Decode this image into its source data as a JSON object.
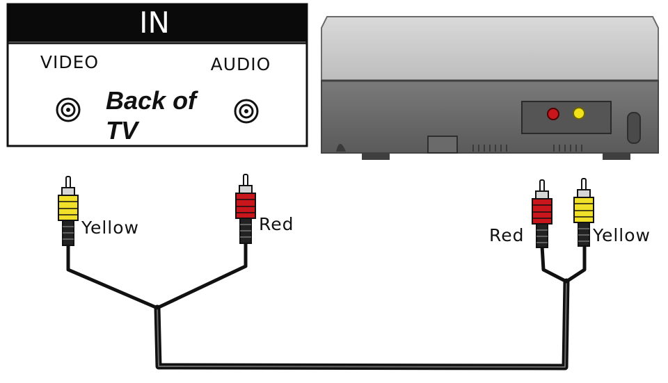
{
  "tv_panel": {
    "header": "IN",
    "left_jack_label": "VIDEO",
    "right_jack_label": "AUDIO",
    "caption_line1": "Back of",
    "caption_line2": "TV"
  },
  "device": {
    "output_jacks": [
      {
        "color_name": "red",
        "color": "#c8161c"
      },
      {
        "color_name": "yellow",
        "color": "#f2e21a"
      }
    ]
  },
  "cable": {
    "tv_end": [
      {
        "label": "Yellow",
        "color": "#f0e02a"
      },
      {
        "label": "Red",
        "color": "#c8161c"
      }
    ],
    "device_end": [
      {
        "label": "Red",
        "color": "#c8161c"
      },
      {
        "label": "Yellow",
        "color": "#f0e02a"
      }
    ]
  }
}
